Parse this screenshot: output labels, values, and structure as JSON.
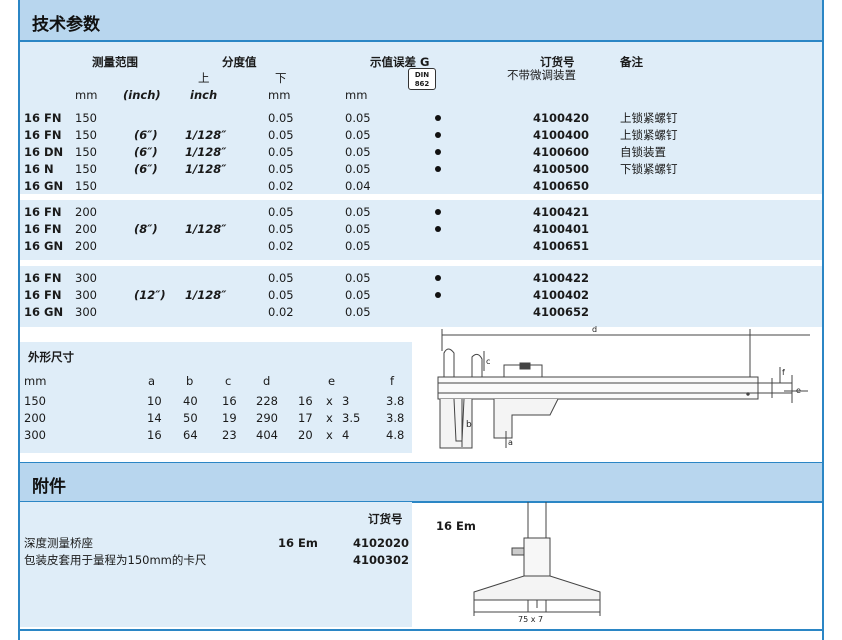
{
  "spec": {
    "title": "技术参数",
    "headers": {
      "range": "测量范围",
      "resolution": "分度值",
      "upper": "上",
      "lower": "下",
      "error": "示值误差 G",
      "order": "订货号",
      "order_sub": "不带微调装置",
      "note": "备注",
      "mm": "mm",
      "inch_paren": "(inch)",
      "inch": "inch",
      "mm2": "mm",
      "mm3": "mm"
    },
    "din": {
      "line1": "DIN",
      "line2": "862"
    },
    "groups": [
      {
        "rows": [
          {
            "model": "16 FN",
            "mm": "150",
            "inch": "",
            "frac": "",
            "lower": "0.05",
            "error": "0.05",
            "dot": true,
            "order": "4100420",
            "note": "上锁紧螺钉"
          },
          {
            "model": "16 FN",
            "mm": "150",
            "inch": "(6″)",
            "frac": "1/128″",
            "lower": "0.05",
            "error": "0.05",
            "dot": true,
            "order": "4100400",
            "note": "上锁紧螺钉"
          },
          {
            "model": "16 DN",
            "mm": "150",
            "inch": "(6″)",
            "frac": "1/128″",
            "lower": "0.05",
            "error": "0.05",
            "dot": true,
            "order": "4100600",
            "note": "自锁装置"
          },
          {
            "model": "16 N",
            "mm": "150",
            "inch": "(6″)",
            "frac": "1/128″",
            "lower": "0.05",
            "error": "0.05",
            "dot": true,
            "order": "4100500",
            "note": "下锁紧螺钉"
          },
          {
            "model": "16 GN",
            "mm": "150",
            "inch": "",
            "frac": "",
            "lower": "0.02",
            "error": "0.04",
            "dot": false,
            "order": "4100650",
            "note": ""
          }
        ]
      },
      {
        "rows": [
          {
            "model": "16 FN",
            "mm": "200",
            "inch": "",
            "frac": "",
            "lower": "0.05",
            "error": "0.05",
            "dot": true,
            "order": "4100421",
            "note": ""
          },
          {
            "model": "16 FN",
            "mm": "200",
            "inch": "(8″)",
            "frac": "1/128″",
            "lower": "0.05",
            "error": "0.05",
            "dot": true,
            "order": "4100401",
            "note": ""
          },
          {
            "model": "16 GN",
            "mm": "200",
            "inch": "",
            "frac": "",
            "lower": "0.02",
            "error": "0.05",
            "dot": false,
            "order": "4100651",
            "note": ""
          }
        ]
      },
      {
        "rows": [
          {
            "model": "16 FN",
            "mm": "300",
            "inch": "",
            "frac": "",
            "lower": "0.05",
            "error": "0.05",
            "dot": true,
            "order": "4100422",
            "note": ""
          },
          {
            "model": "16 FN",
            "mm": "300",
            "inch": "(12″)",
            "frac": "1/128″",
            "lower": "0.05",
            "error": "0.05",
            "dot": true,
            "order": "4100402",
            "note": ""
          },
          {
            "model": "16 GN",
            "mm": "300",
            "inch": "",
            "frac": "",
            "lower": "0.02",
            "error": "0.05",
            "dot": false,
            "order": "4100652",
            "note": ""
          }
        ]
      }
    ]
  },
  "dimensions": {
    "title": "外形尺寸",
    "headers": [
      "mm",
      "a",
      "b",
      "c",
      "d",
      "e",
      "f"
    ],
    "rows": [
      {
        "mm": "150",
        "a": "10",
        "b": "40",
        "c": "16",
        "d": "228",
        "e1": "16",
        "x": "x",
        "e2": "3",
        "f": "3.8"
      },
      {
        "mm": "200",
        "a": "14",
        "b": "50",
        "c": "19",
        "d": "290",
        "e1": "17",
        "x": "x",
        "e2": "3.5",
        "f": "3.8"
      },
      {
        "mm": "300",
        "a": "16",
        "b": "64",
        "c": "23",
        "d": "404",
        "e1": "20",
        "x": "x",
        "e2": "4",
        "f": "4.8"
      }
    ]
  },
  "caliper_labels": {
    "d": "d",
    "c": "c",
    "b": "b",
    "a": "a",
    "e": "e",
    "f": "f"
  },
  "accessories": {
    "title": "附件",
    "order_header": "订货号",
    "rows": [
      {
        "name": "深度测量桥座",
        "model": "16 Em",
        "order": "4102020"
      },
      {
        "name": "包装皮套用于量程为150mm的卡尺",
        "model": "",
        "order": "4100302"
      }
    ],
    "drawing_model": "16 Em",
    "drawing_dim": "75 x 7"
  }
}
